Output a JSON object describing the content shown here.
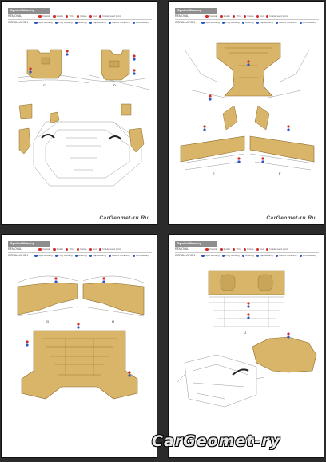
{
  "legend": {
    "title": "Symbol Meaning",
    "removal_label": "REMOVAL",
    "installation_label": "INSTALLATION",
    "removal_items": [
      "Outside",
      "Inside",
      "Thru",
      "Inside",
      "Cut",
      "Inside weld point"
    ],
    "installation_items": [
      "Spot welding",
      "Plug welding",
      "Brazing",
      "Lap welding",
      "classic adhesive",
      "Butt welding"
    ]
  },
  "captions": {
    "p1": [
      "C",
      "D"
    ],
    "p2": [
      "E",
      "F"
    ],
    "p3": [
      "G",
      "H",
      "I"
    ],
    "p4": [
      "J"
    ]
  },
  "watermarks": {
    "small": "CarGeomet-ru.Ru",
    "big": "CarGeomet-ry"
  },
  "colors": {
    "panel": "#d9b56a",
    "panel_stroke": "#8a6a2a",
    "line": "#8a8a8a",
    "red": "#d22a2a",
    "blue": "#2a55c8"
  }
}
